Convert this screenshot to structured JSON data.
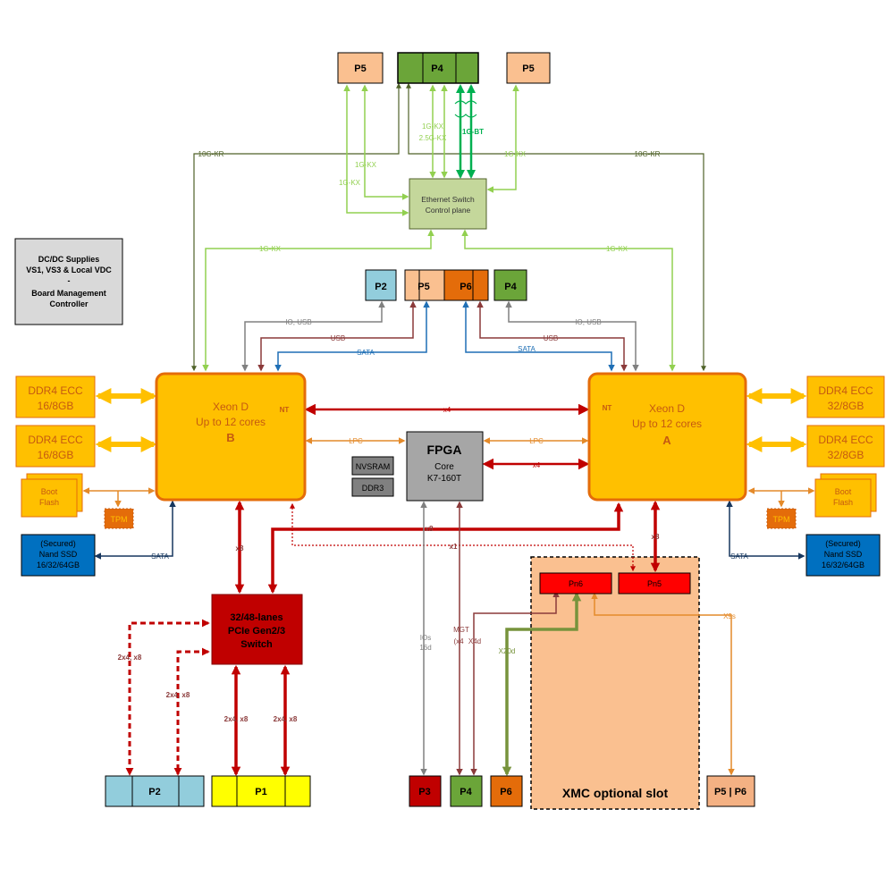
{
  "info_box": {
    "line1": "DC/DC Supplies",
    "line2": "VS1, VS3 & Local VDC",
    "line3": "-",
    "line4": "Board Management",
    "line5": "Controller"
  },
  "cpu_b": {
    "title": "Xeon D",
    "subtitle": "Up to 12 cores",
    "id": "B",
    "nt": "NT"
  },
  "cpu_a": {
    "title": "Xeon D",
    "subtitle": "Up to 12 cores",
    "id": "A",
    "nt": "NT"
  },
  "fpga": {
    "title": "FPGA",
    "line2": "Core",
    "line3": "K7-160T"
  },
  "nvsram": "NVSRAM",
  "ddr3": "DDR3",
  "ethernet_switch": {
    "line1": "Ethernet Switch",
    "line2": "Control plane"
  },
  "pcie_switch": {
    "line1": "32/48-lanes",
    "line2": "PCIe Gen2/3",
    "line3": "Switch"
  },
  "memory": {
    "left": [
      {
        "line1": "DDR4 ECC",
        "line2": "16/8GB"
      },
      {
        "line1": "DDR4 ECC",
        "line2": "16/8GB"
      }
    ],
    "right": [
      {
        "line1": "DDR4 ECC",
        "line2": "32/8GB"
      },
      {
        "line1": "DDR4 ECC",
        "line2": "32/8GB"
      }
    ]
  },
  "boot_flash": {
    "line1": "Boot",
    "line2": "Flash"
  },
  "tpm": "TPM",
  "ssd": {
    "line1": "(Secured)",
    "line2": "Nand SSD",
    "line3": "16/32/64GB"
  },
  "xmc": {
    "label": "XMC optional slot",
    "pn6": "Pn6",
    "pn5": "Pn5"
  },
  "connectors": {
    "p2": "P2",
    "p4": "P4",
    "p5": "P5",
    "p6": "P6",
    "p1": "P1",
    "p3": "P3",
    "p5p6": "P5 | P6"
  },
  "links": {
    "ten_g_kr": "10G-KR",
    "one_g_kx": "1G-KX",
    "two5_g_kx": "2.5G-KX",
    "one_g_bt": "1G-BT",
    "io_usb": "IO, USB",
    "usb": "USB",
    "sata": "SATA",
    "lpc": "LPC",
    "x4": "x4",
    "x8": "x8",
    "x1": "x1",
    "x2x4x8": "2x4, x8",
    "ios": "IOs",
    "ios16d": "16d",
    "mgt": "MGT",
    "x4_paren": "(x4",
    "x4d": "X4d",
    "x20d": "X20d",
    "x9s": "X9s"
  },
  "colors": {
    "cpu_fill": "#FFC000",
    "cpu_border": "#E46C0A",
    "cpu_text": "#C55A11",
    "memory_fill": "#FFC000",
    "memory_text": "#C55A11",
    "memory_arrow": "#FFC000",
    "pcie_fill": "#C00000",
    "pcie_link": "#C00000",
    "fpga_fill": "#A6A6A6",
    "ethernet_fill": "#C4D79B",
    "p2_fill": "#92CDDC",
    "p4_fill": "#6BA539",
    "p5_fill": "#FAC090",
    "p6_fill": "#E46C0A",
    "p1_fill": "#FFFF00",
    "p3_fill": "#C00000",
    "ssd_fill": "#0070C0",
    "xmc_fill": "#FAC090",
    "pn_fill": "#FF0000",
    "gray_link": "#808080",
    "brown_link": "#8B3A3A",
    "sata_link": "#1F6FB5",
    "lpc_link": "#E48A2A",
    "kx_link": "#92D050",
    "kr_link": "#4F6228",
    "bt_link": "#00B050",
    "mgt_link": "#8B3A3A",
    "x20d_link": "#77933C",
    "x9s_link": "#E48A2A",
    "ssd_link": "#17375E"
  }
}
